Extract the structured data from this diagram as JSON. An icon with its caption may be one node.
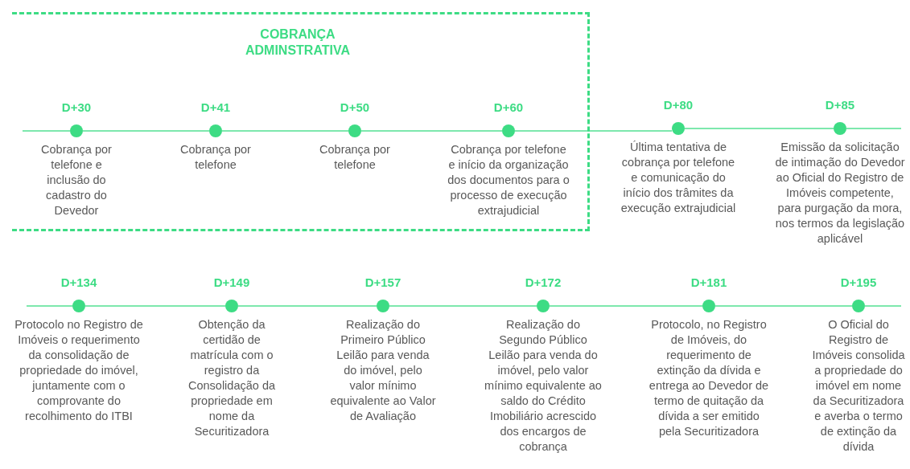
{
  "diagram": {
    "nodes": [
      {
        "text": [
          "COBRANÇA ADMINSTRATIVA"
        ]
      },
      {
        "text": [],
        "shape": "circle",
        "in": 0,
        "beside": [
          "D+30",
          "Cobrança por telefone e inclusão do cadastro do Devedor"
        ]
      },
      {
        "text": [],
        "shape": "circle",
        "in": 0,
        "beside": [
          "D+41",
          "Cobrança por telefone"
        ]
      },
      {
        "text": [],
        "shape": "circle",
        "in": 0,
        "beside": [
          "D+50",
          "Cobrança por telefone"
        ]
      },
      {
        "text": [],
        "shape": "circle",
        "in": 0,
        "beside": [
          "D+60",
          "Cobrança por telefone e início da organização dos documentos para o processo de execução extrajudicial"
        ]
      },
      {
        "text": [],
        "shape": "circle",
        "beside": [
          "D+80",
          "Última tentativa de cobrança por telefone e comunicação do início dos trâmites da execução extrajudicial"
        ]
      },
      {
        "text": [],
        "shape": "circle",
        "beside": [
          "D+85",
          "Emissão da solicitação de intimação do Devedor ao Oficial do Registro de Imóveis competente, para purgação da mora, nos termos da legislação aplicável"
        ]
      },
      {
        "text": [],
        "shape": "circle",
        "beside": [
          "D+134",
          "Protocolo no Registro de Imóveis o requerimento da consolidação de propriedade do imóvel, juntamente com o comprovante do recolhimento do ITBI"
        ]
      },
      {
        "text": [],
        "shape": "circle",
        "beside": [
          "D+149",
          "Obtenção da certidão de matrícula com o registro da Consolidação da propriedade em nome da Securitizadora"
        ]
      },
      {
        "text": [],
        "shape": "circle",
        "beside": [
          "D+157",
          "Realização do Primeiro Público Leilão para venda do imóvel, pelo valor mínimo equivalente ao Valor de Avaliação"
        ]
      },
      {
        "text": [],
        "shape": "circle",
        "beside": [
          "D+172",
          "Realização do Segundo Público Leilão para venda do imóvel, pelo valor mínimo equivalente ao saldo do Crédito Imobiliário acrescido dos encargos de cobrança"
        ]
      },
      {
        "text": [],
        "shape": "circle",
        "beside": [
          "D+181",
          "Protocolo, no Registro de Imóveis, do requerimento de extinção da dívida e entrega ao Devedor de termo de quitação da dívida a ser emitido pela Securitizadora"
        ]
      },
      {
        "text": [],
        "shape": "circle",
        "beside": [
          "D+195",
          "O Oficial do Registro de Imóveis consolida a propriedade do imóvel em nome da Securitizadora e averba o termo de extinção da dívida"
        ]
      }
    ],
    "edges": [
      {
        "from": null,
        "to": 1,
        "arrow": "none"
      },
      {
        "from": 1,
        "to": 2,
        "arrow": "none"
      },
      {
        "from": 2,
        "to": 3,
        "arrow": "none"
      },
      {
        "from": 3,
        "to": 4,
        "arrow": "none"
      },
      {
        "from": 4,
        "to": 5,
        "arrow": "none"
      },
      {
        "from": 5,
        "to": 6,
        "arrow": "none"
      },
      {
        "from": 6,
        "to": null,
        "arrow": "none"
      },
      {
        "from": null,
        "to": 7,
        "arrow": "none"
      },
      {
        "from": 7,
        "to": 8,
        "arrow": "none"
      },
      {
        "from": 8,
        "to": 9,
        "arrow": "none"
      },
      {
        "from": 9,
        "to": 10,
        "arrow": "none"
      },
      {
        "from": 10,
        "to": 11,
        "arrow": "none"
      },
      {
        "from": 11,
        "to": 12,
        "arrow": "none"
      },
      {
        "from": 12,
        "to": null,
        "arrow": "none"
      }
    ]
  }
}
